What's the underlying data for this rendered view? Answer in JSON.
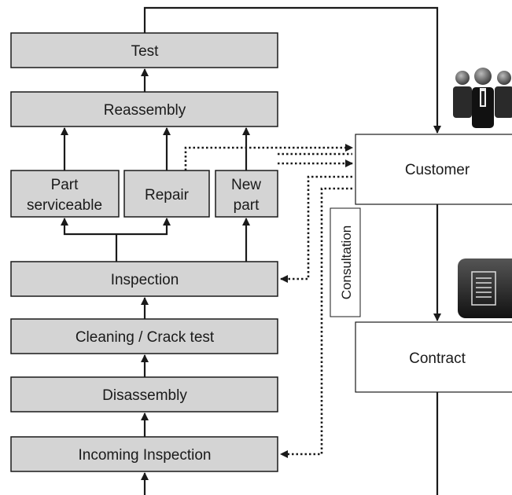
{
  "steps": {
    "test": "Test",
    "reassembly": "Reassembly",
    "part_serviceable_line1": "Part",
    "part_serviceable_line2": "serviceable",
    "repair": "Repair",
    "new_part_line1": "New",
    "new_part_line2": "part",
    "inspection": "Inspection",
    "cleaning": "Cleaning / Crack test",
    "disassembly": "Disassembly",
    "incoming_inspection": "Incoming Inspection"
  },
  "parties": {
    "customer": "Customer",
    "contract": "Contract"
  },
  "consultation": "Consultation",
  "icons": {
    "customer": "people-group-icon",
    "contract": "document-icon"
  },
  "colors": {
    "box_fill": "#d4d4d4",
    "stroke": "#1a1a1a"
  }
}
